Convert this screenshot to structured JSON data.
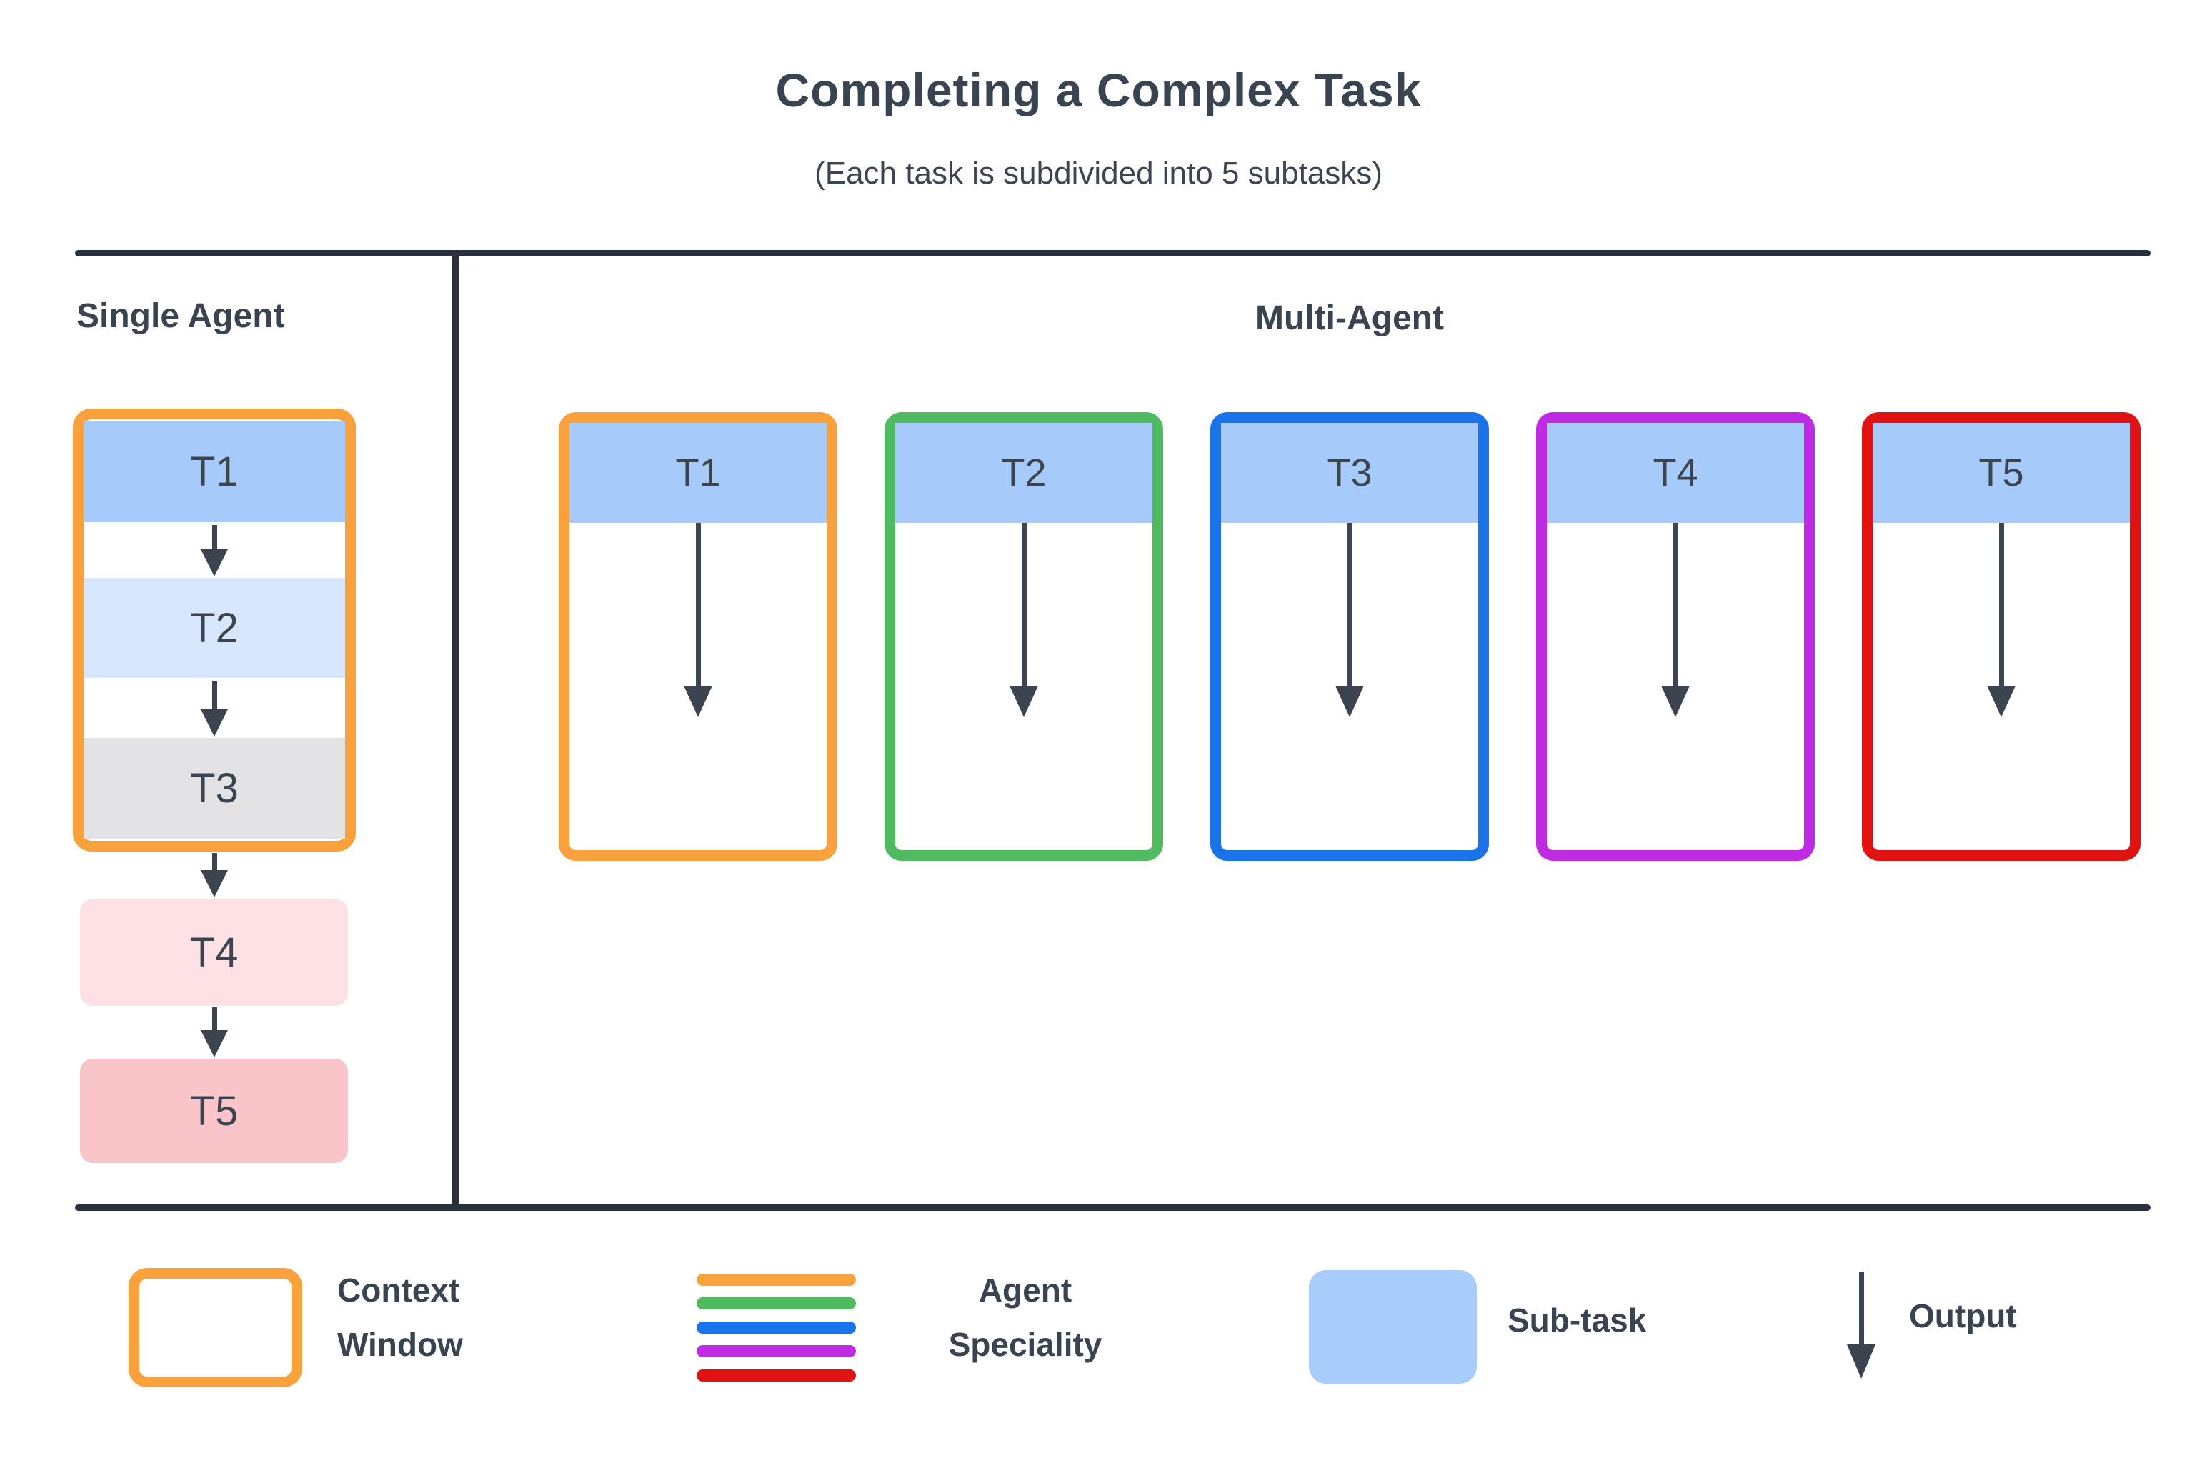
{
  "page": {
    "title": "Completing a Complex Task",
    "subtitle": "(Each task is subdivided into 5 subtasks)"
  },
  "sections": {
    "single_agent_label": "Single Agent",
    "multi_agent_label": "Multi-Agent"
  },
  "single_agent": {
    "context_window_border": "#f9a13d",
    "tasks": [
      {
        "label": "T1",
        "fill": "#a6caf9"
      },
      {
        "label": "T2",
        "fill": "#d7e7fd"
      },
      {
        "label": "T3",
        "fill": "#e3e3e6"
      },
      {
        "label": "T4",
        "fill": "#fce2e4"
      },
      {
        "label": "T5",
        "fill": "#fac5c9"
      }
    ]
  },
  "multi_agent": {
    "subtask_fill": "#a6caf9",
    "agents": [
      {
        "task": "T1",
        "color": "#f9a13d"
      },
      {
        "task": "T2",
        "color": "#4fba5f"
      },
      {
        "task": "T3",
        "color": "#1a73e8"
      },
      {
        "task": "T4",
        "color": "#be2be2"
      },
      {
        "task": "T5",
        "color": "#e01212"
      }
    ]
  },
  "legend": {
    "context_window": {
      "line1": "Context",
      "line2": "Window",
      "border": "#f9a13d"
    },
    "agent_speciality": {
      "line1": "Agent",
      "line2": "Speciality",
      "colors": [
        "#f9a13d",
        "#4fba5f",
        "#1a73e8",
        "#be2be2",
        "#e01212"
      ]
    },
    "subtask": {
      "label": "Sub-task",
      "fill": "#a9cdfb"
    },
    "output": {
      "label": "Output"
    }
  }
}
